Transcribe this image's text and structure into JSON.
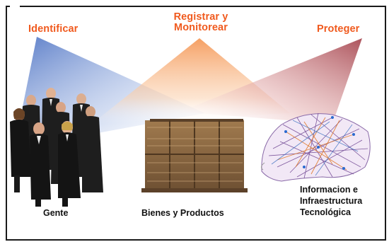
{
  "header": {
    "identify": "Identificar",
    "monitor_line1": "Registrar y",
    "monitor_line2": "Monitorear",
    "protect": "Proteger"
  },
  "labels": {
    "people": "Gente",
    "goods": "Bienes y Productos",
    "info_line1": "Informacion e",
    "info_line2": "Infraestructura",
    "info_line3": "Tecnológica"
  },
  "colors": {
    "header_text": "#f05a1e",
    "label_text": "#111111",
    "beam_blue": "#5b7fc8",
    "beam_orange": "#f5a46a",
    "beam_red": "#b3585c",
    "crate": "#8a6a44",
    "suit": "#1b1b1b",
    "network": "#7a4f9a"
  },
  "icons": [
    "people-group-image",
    "crates-pallet-image",
    "network-map-image"
  ]
}
